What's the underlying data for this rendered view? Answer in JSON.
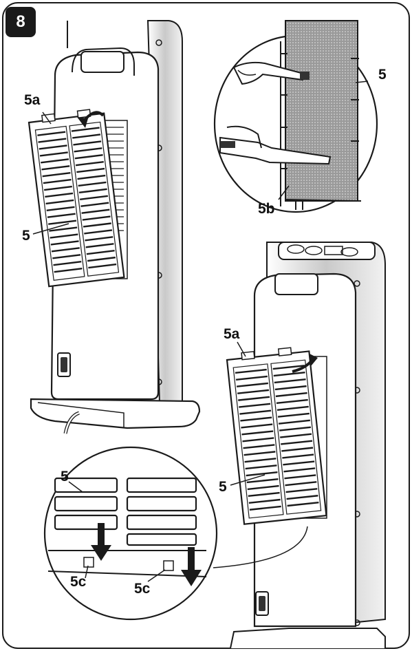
{
  "step": {
    "number": "8"
  },
  "callouts": {
    "filter_top": "5",
    "latch_top": "5a",
    "filter_zoom": "5",
    "brush_zoom": "5b",
    "latch_bottom": "5a",
    "filter_bottom": "5",
    "filter_detail": "5",
    "hook_left": "5c",
    "hook_right": "5c"
  },
  "colors": {
    "outline": "#1a1a1a",
    "body_fill": "#ffffff",
    "side_shade": "#d9d9d9",
    "filter_mesh": "#8a8a8a",
    "frame": "#ffffff"
  },
  "icons": [
    "brush-icon",
    "vacuum-nozzle-icon",
    "rotate-arrow-icon",
    "down-arrow-icon"
  ]
}
